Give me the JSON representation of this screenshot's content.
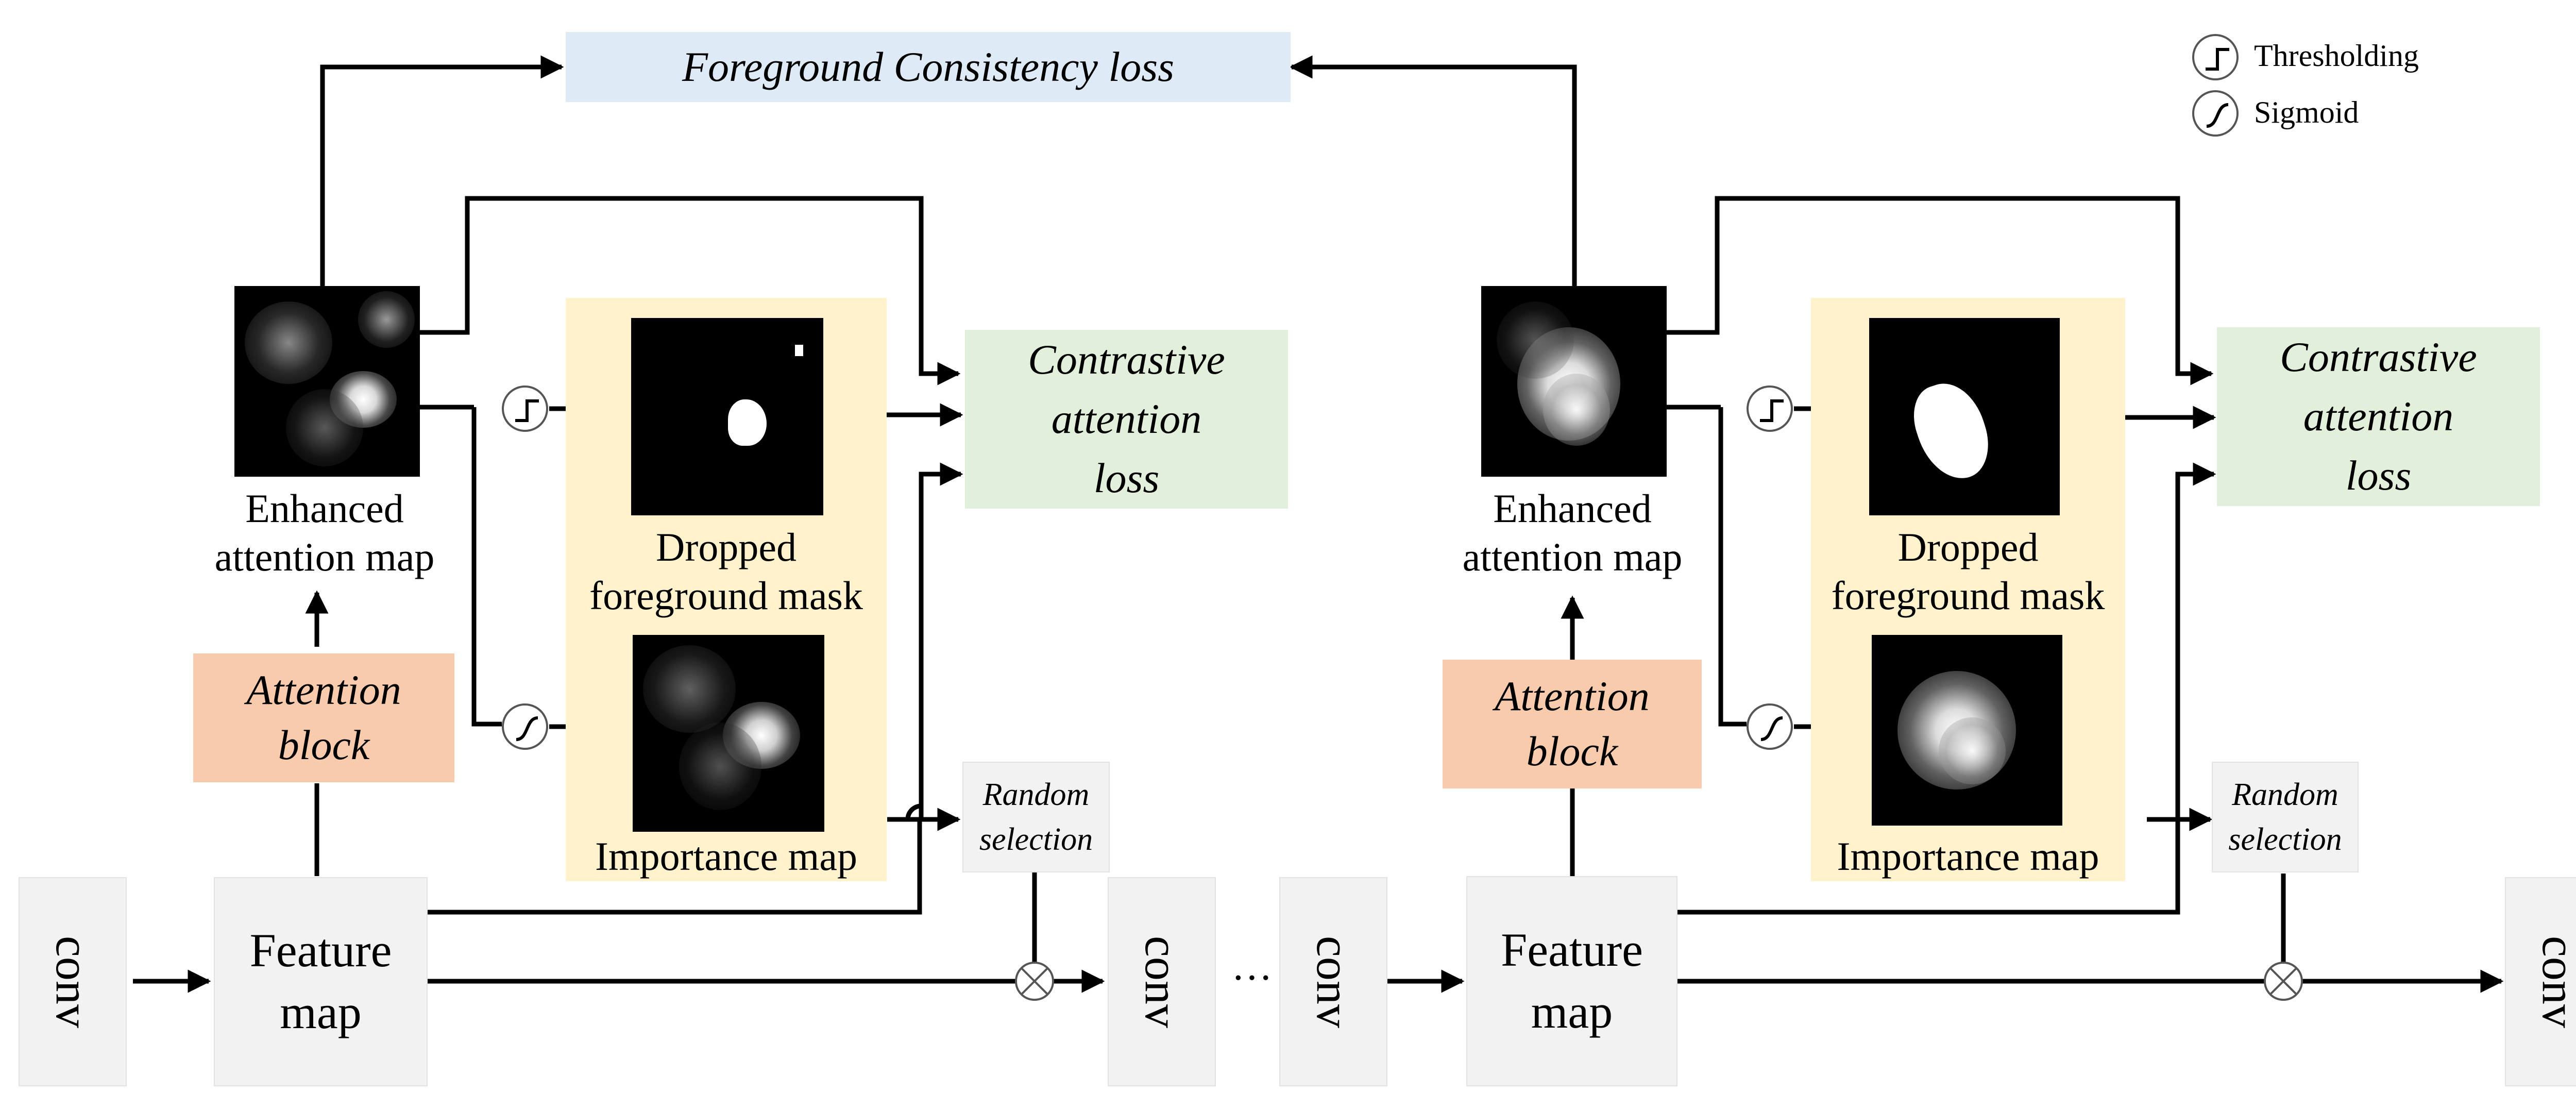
{
  "header": {
    "fc_loss": "Foreground Consistency loss"
  },
  "legend": {
    "thresholding": "Thresholding",
    "sigmoid": "Sigmoid",
    "thresholding_icon": "step-function-icon",
    "sigmoid_icon": "sigmoid-curve-icon"
  },
  "left": {
    "conv_in": "conv",
    "feature_map_1": "Feature",
    "feature_map_2": "map",
    "attention_block_1": "Attention",
    "attention_block_2": "block",
    "enhanced_1": "Enhanced",
    "enhanced_2": "attention map",
    "dropped_1": "Dropped",
    "dropped_2": "foreground mask",
    "importance": "Importance map",
    "contrastive_1": "Contrastive",
    "contrastive_2": "attention",
    "contrastive_3": "loss",
    "random_1": "Random",
    "random_2": "selection",
    "conv_out": "conv"
  },
  "middle": {
    "ellipsis": "···"
  },
  "right": {
    "conv_in": "conv",
    "feature_map_1": "Feature",
    "feature_map_2": "map",
    "attention_block_1": "Attention",
    "attention_block_2": "block",
    "enhanced_1": "Enhanced",
    "enhanced_2": "attention map",
    "dropped_1": "Dropped",
    "dropped_2": "foreground mask",
    "importance": "Importance map",
    "contrastive_1": "Contrastive",
    "contrastive_2": "attention",
    "contrastive_3": "loss",
    "random_1": "Random",
    "random_2": "selection",
    "conv_out": "conv"
  },
  "colors": {
    "loss_box": "#deebf7",
    "contrastive_box": "#e2efda",
    "attention_box": "#f8cbad",
    "mask_panel": "#fff2cc",
    "conv_box": "#f2f2f2",
    "line": "#000000"
  }
}
